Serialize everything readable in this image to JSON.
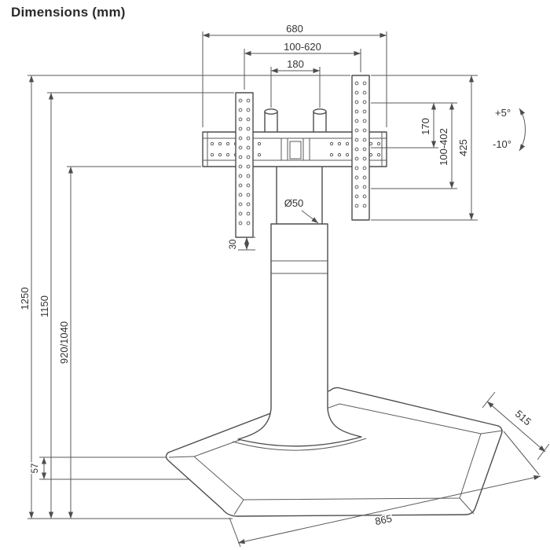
{
  "title": "Dimensions (mm)",
  "colors": {
    "line": "#4d4d4d",
    "label": "#333333"
  },
  "dimensions": {
    "overall_width": "680",
    "vesa_width_range": "100-620",
    "post_spacing": "180",
    "plate_inner_height": "170",
    "vesa_height_range": "100-402",
    "bracket_height": "425",
    "tilt_up": "+5°",
    "tilt_down": "-10°",
    "pole_diameter": "Ø50",
    "rail_bottom_offset": "30",
    "overall_height": "1250",
    "height_to_rail": "1150",
    "height_to_bracket": "920/1040",
    "base_thickness": "57",
    "base_depth": "515",
    "base_width": "865"
  }
}
